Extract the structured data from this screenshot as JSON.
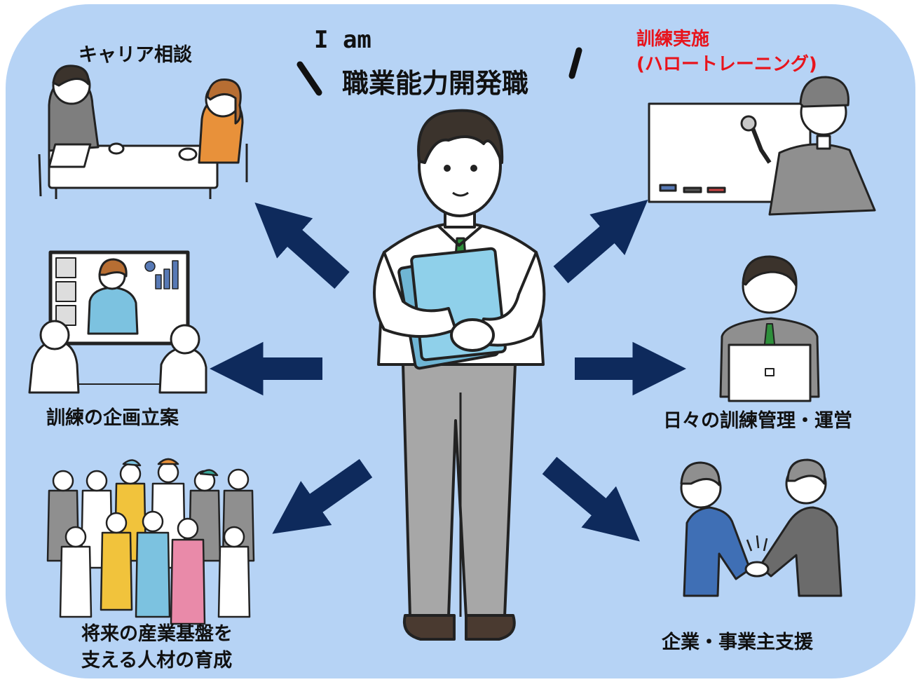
{
  "colors": {
    "panel_bg": "#b6d3f5",
    "arrow": "#0e2a5c",
    "accent_red": "#e8141c",
    "folder": "#7cc2e0",
    "tie": "#2e8f3b"
  },
  "header": {
    "i_am": "I am",
    "title": "職業能力開発職"
  },
  "roles": {
    "career_consult": {
      "label": "キャリア相談"
    },
    "training_delivery": {
      "line1": "訓練実施",
      "line2": "(ハロートレーニング)"
    },
    "training_planning": {
      "label": "訓練の企画立案"
    },
    "daily_management": {
      "label": "日々の訓練管理・運営"
    },
    "talent_development": {
      "line1": "将来の産業基盤を",
      "line2": "支える人材の育成"
    },
    "employer_support": {
      "label": "企業・事業主支援"
    }
  },
  "icons": {
    "center": "officer-holding-folder-icon",
    "career": "consultation-meeting-icon",
    "training": "instructor-whiteboard-wrench-icon",
    "planning": "online-video-meeting-icon",
    "management": "staff-laptop-icon",
    "talent": "workers-group-icon",
    "support": "handshake-icon"
  }
}
